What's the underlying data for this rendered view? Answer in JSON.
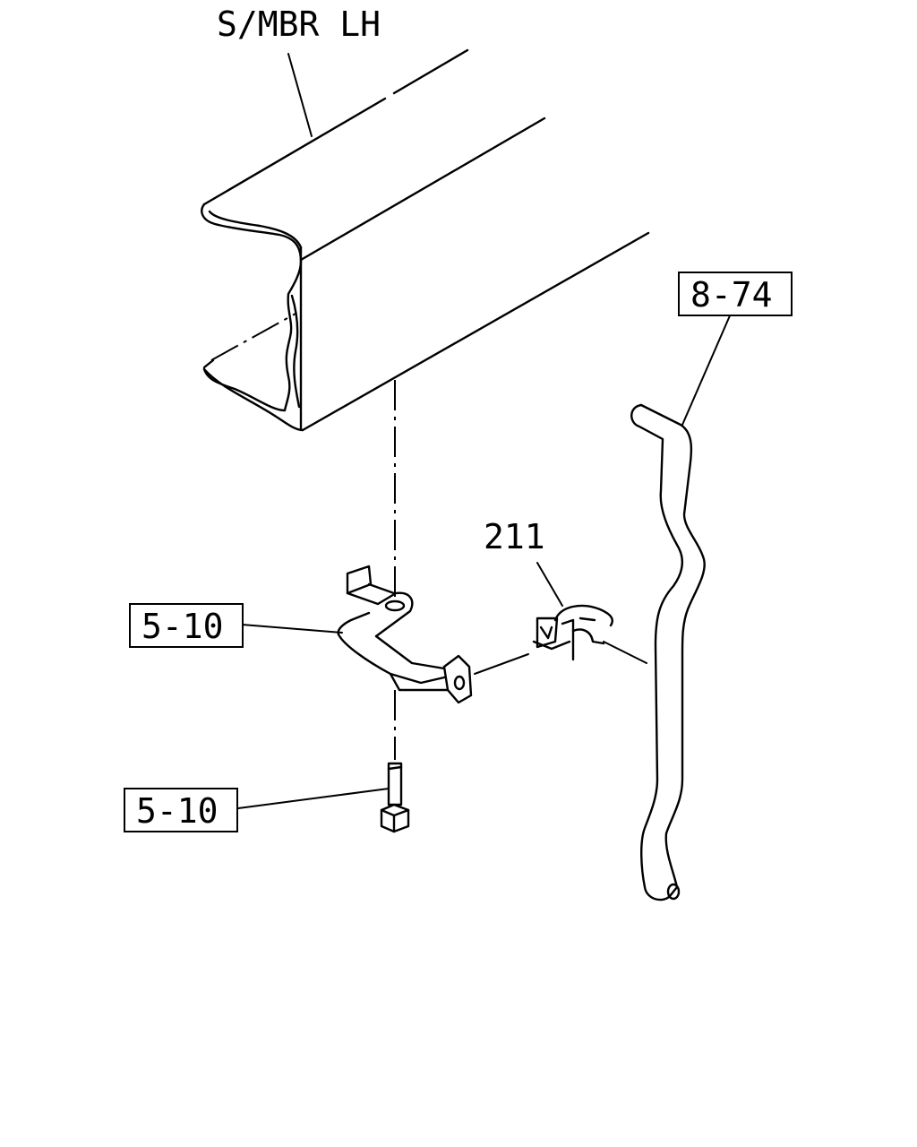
{
  "labels": {
    "side_member": "S/MBR LH",
    "part_874": "8-74",
    "part_211": "211",
    "part_510_bracket": "5-10",
    "part_510_bolt": "5-10"
  },
  "colors": {
    "line": "#000000",
    "background": "#ffffff"
  }
}
